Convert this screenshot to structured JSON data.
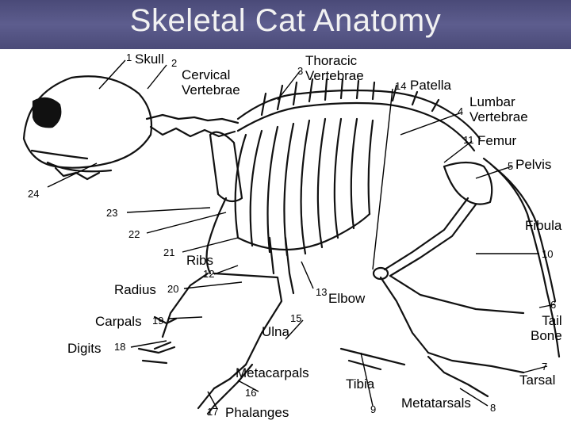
{
  "title": "Skeletal Cat Anatomy",
  "labels": {
    "skull": "Skull",
    "cervical": "Cervical\nVertebrae",
    "thoracic": "Thoracic\nVertebrae",
    "patella": "Patella",
    "lumbar": "Lumbar\nVertebrae",
    "femur": "Femur",
    "pelvis": "Pelvis",
    "fibula": "Fibula",
    "ribs": "Ribs",
    "radius": "Radius",
    "elbow": "Elbow",
    "carpals": "Carpals",
    "tail": "Tail\nBone",
    "ulna": "Ulna",
    "digits": "Digits",
    "metacarpals": "Metacarpals",
    "tibia": "Tibia",
    "tarsal": "Tarsal",
    "metatarsals": "Metatarsals",
    "phalanges": "Phalanges"
  },
  "numbers": {
    "n1": "1",
    "n2": "2",
    "n3": "3",
    "n4": "4",
    "n5": "5",
    "n6": "6",
    "n7": "7",
    "n8": "8",
    "n9": "9",
    "n10": "10",
    "n11": "11",
    "n12": "12",
    "n13": "13",
    "n14": "14",
    "n15": "15",
    "n16": "16",
    "n17": "17",
    "n18": "18",
    "n19": "19",
    "n20": "20",
    "n21": "21",
    "n22": "22",
    "n23": "23",
    "n24": "24"
  }
}
